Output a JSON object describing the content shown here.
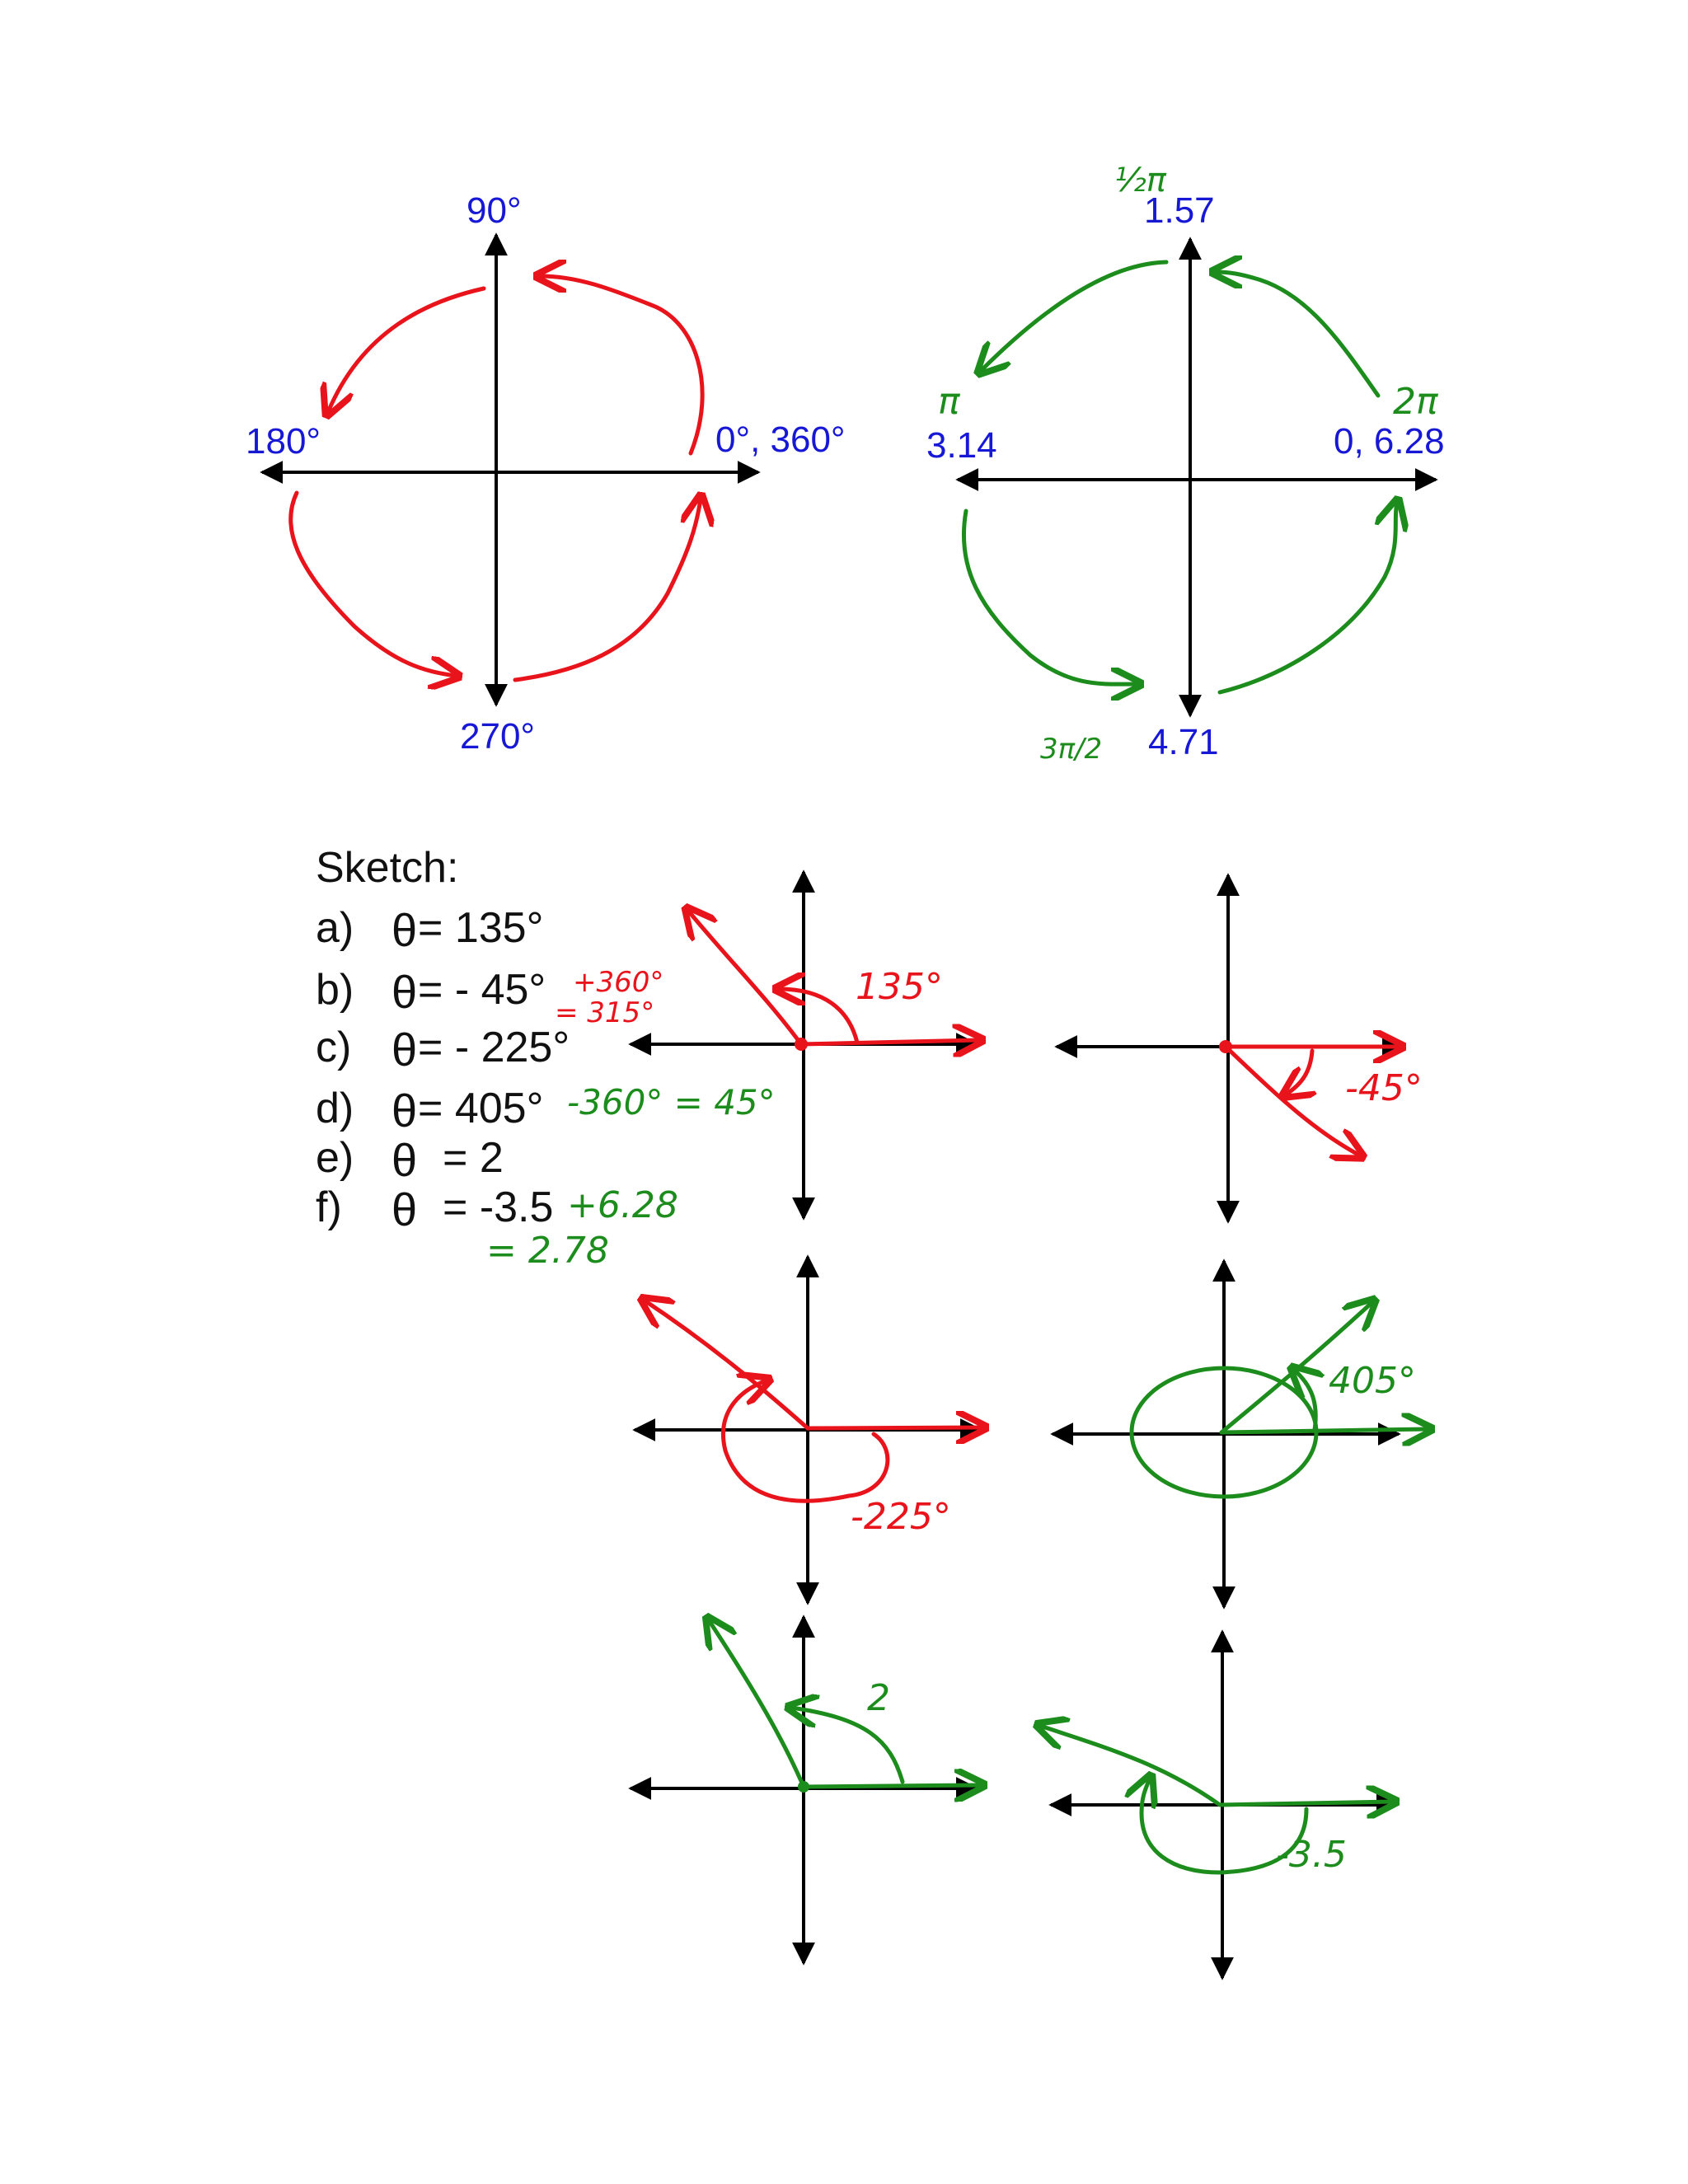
{
  "colors": {
    "axis": "#000000",
    "label_blue": "#1717d6",
    "ink_red": "#e8131b",
    "ink_green": "#1c8c1c"
  },
  "degrees_circle": {
    "top": "90°",
    "left": "180°",
    "right": "0°, 360°",
    "bottom": "270°"
  },
  "radians_circle": {
    "top_fraction": "½π",
    "top_value": "1.57",
    "left_symbol": "π",
    "left_value": "3.14",
    "right_symbol": "2π",
    "right_value": "0, 6.28",
    "bottom_fraction": "3π/2",
    "bottom_value": "4.71"
  },
  "exercise": {
    "heading": "Sketch:",
    "items": [
      {
        "letter": "a)",
        "theta": "θ",
        "expr": "= 135°",
        "note": "",
        "note2": ""
      },
      {
        "letter": "b)",
        "theta": "θ",
        "expr": "= - 45°",
        "note": "+360°",
        "note2": "= 315°"
      },
      {
        "letter": "c)",
        "theta": "θ",
        "expr": "= - 225°",
        "note": "",
        "note2": ""
      },
      {
        "letter": "d)",
        "theta": "θ",
        "expr": "= 405°",
        "note": "-360° = 45°",
        "note2": ""
      },
      {
        "letter": "e)",
        "theta": "θ",
        "expr": "= 2",
        "note": "",
        "note2": ""
      },
      {
        "letter": "f)",
        "theta": "θ",
        "expr": "= -3.5",
        "note": "+6.28",
        "note2": "= 2.78"
      }
    ]
  },
  "sketch_labels": {
    "a": "135°",
    "b": "-45°",
    "c": "-225°",
    "d": "405°",
    "e": "2",
    "f": "-3.5"
  }
}
